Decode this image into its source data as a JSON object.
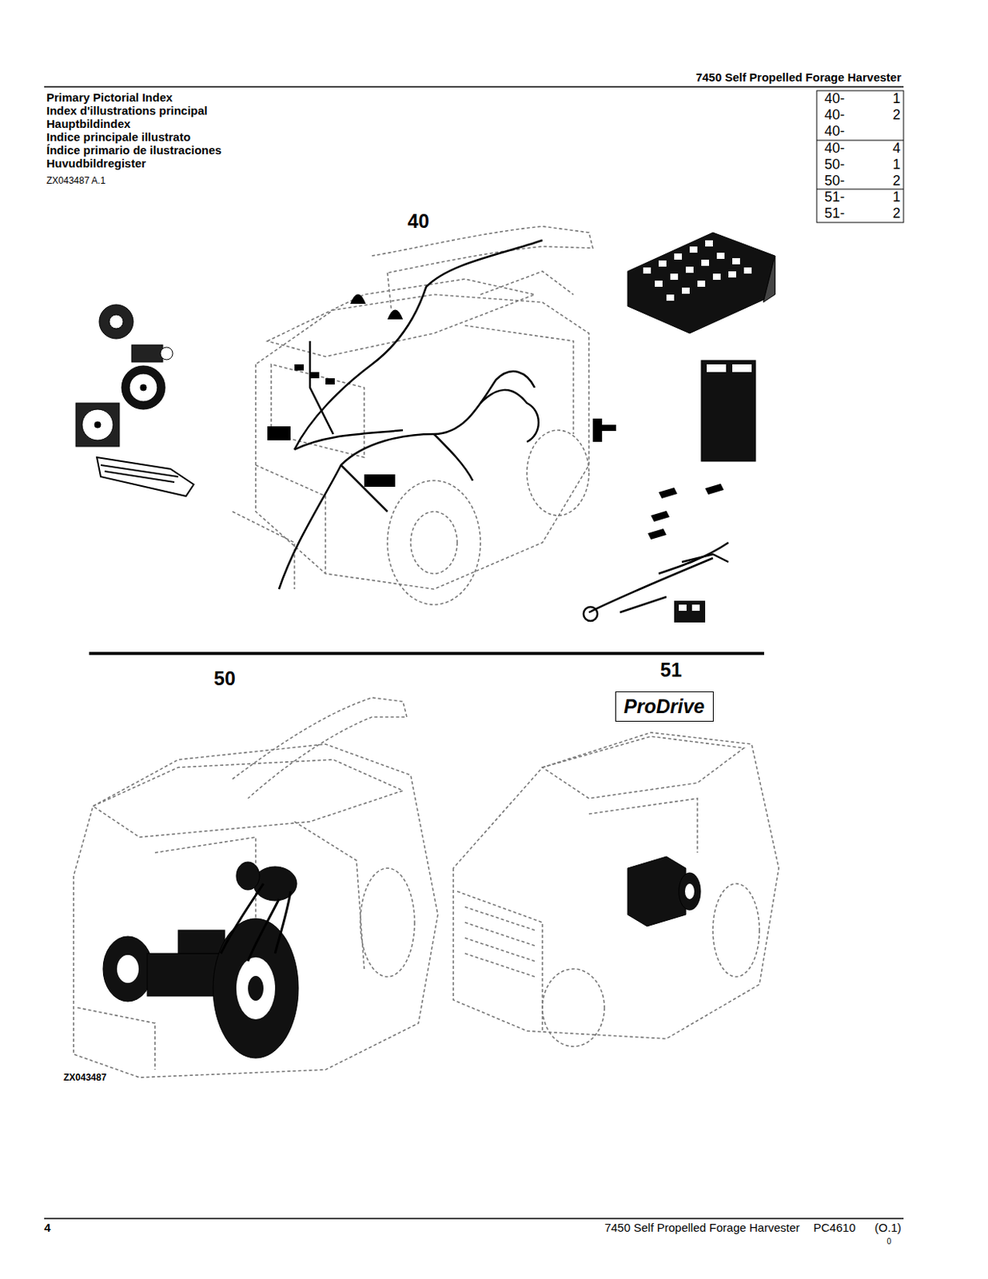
{
  "diagram": {
    "title": "7450 Self Propelled Forage Harvester",
    "nodes": [
      {
        "text": [
          "ProDrive"
        ]
      }
    ],
    "labels": [
      "Primary Pictorial Index",
      "Index d'illustrations principal",
      "Hauptbildindex",
      "Indice principale illustrato",
      "Índice primario de ilustraciones",
      "Huvudbildregister",
      "ZX043487 A.1",
      "40-",
      "1",
      "40-",
      "2",
      "40-",
      "40-",
      "4",
      "50-",
      "1",
      "50-",
      "2",
      "51-",
      "1",
      "51-",
      "2",
      "40",
      "50",
      "51",
      "ZX043487",
      "4",
      "7450 Self Propelled Forage Harvester",
      "PC4610",
      "(O.1)",
      "0"
    ]
  }
}
